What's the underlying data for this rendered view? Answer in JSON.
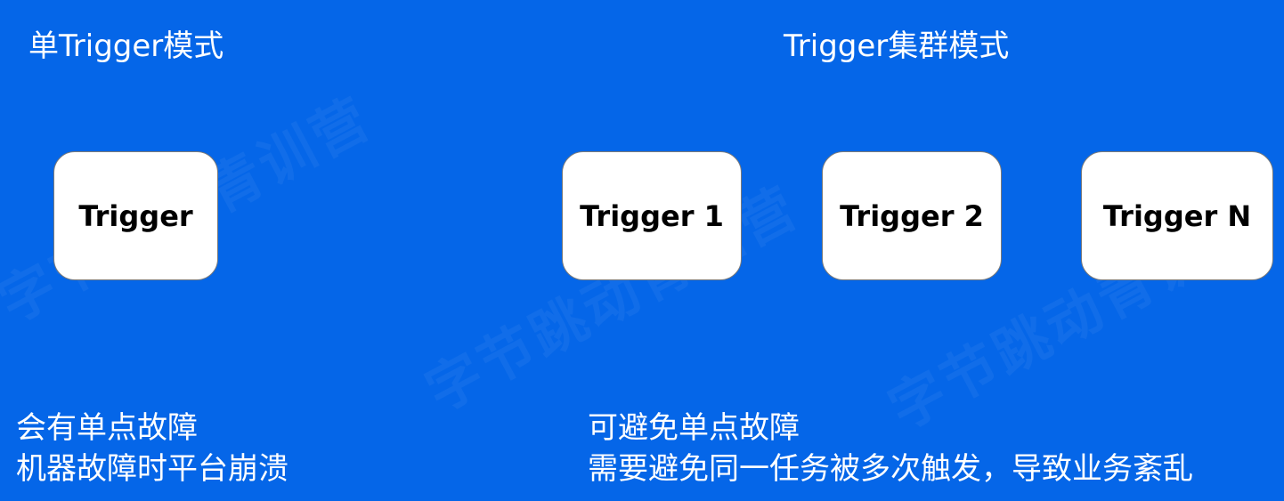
{
  "watermark": "字节跳动青训营",
  "single": {
    "title": "单Trigger模式",
    "node": "Trigger",
    "notes": [
      "会有单点故障",
      "机器故障时平台崩溃"
    ]
  },
  "cluster": {
    "title": "Trigger集群模式",
    "nodes": [
      "Trigger 1",
      "Trigger 2",
      "Trigger N"
    ],
    "notes": [
      "可避免单点故障",
      "需要避免同一任务被多次触发，导致业务紊乱"
    ]
  },
  "colors": {
    "background": "#0566E8",
    "node_fill": "#FFFFFF",
    "text": "#FFFFFF"
  }
}
